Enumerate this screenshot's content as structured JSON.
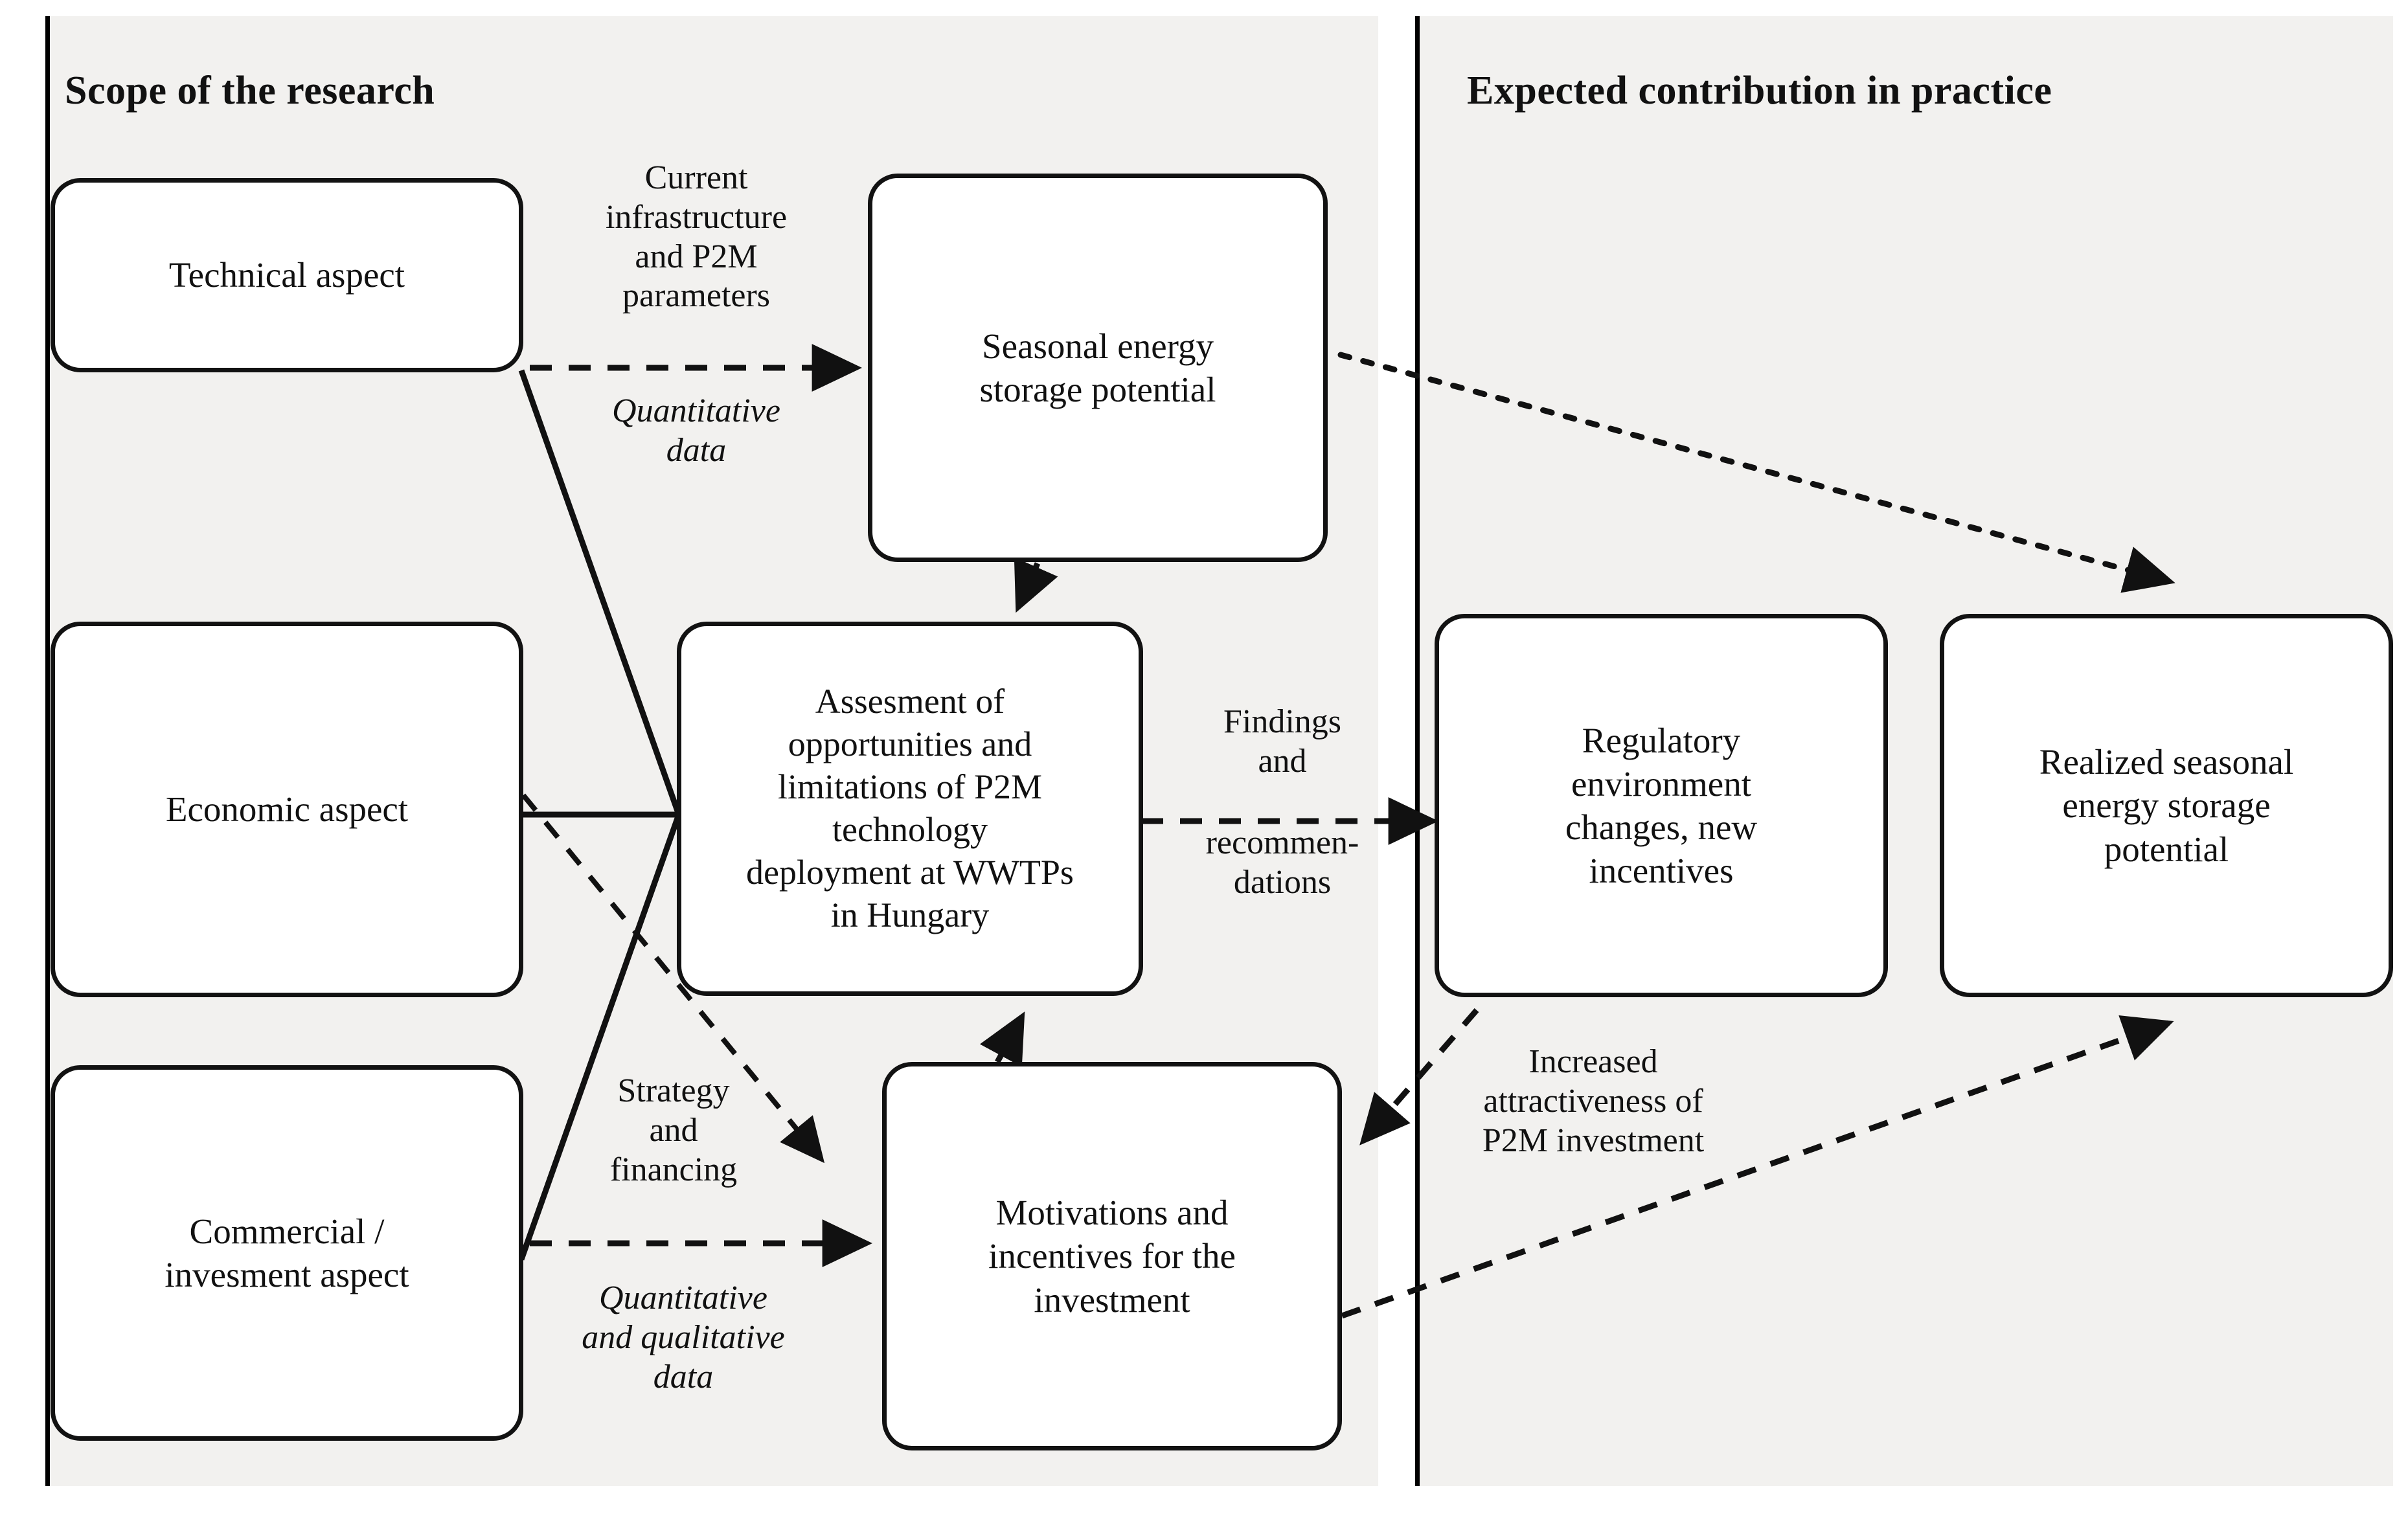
{
  "panels": {
    "left": {
      "title": "Scope of the research"
    },
    "right": {
      "title": "Expected contribution in practice"
    }
  },
  "nodes": {
    "technical_aspect": "Technical aspect",
    "economic_aspect": "Economic aspect",
    "commercial_aspect": "Commercial /\ninvesment aspect",
    "seasonal_potential": "Seasonal energy\nstorage potential",
    "assessment": "Assesment of\nopportunities and\nlimitations of P2M\ntechnology\ndeployment at WWTPs\nin Hungary",
    "motivations": "Motivations and\nincentives for the\ninvestment",
    "regulatory": "Regulatory\nenvironment\nchanges, new\nincentives",
    "realized_potential": "Realized seasonal\nenergy storage\npotential"
  },
  "edge_labels": {
    "current_infrastructure": "Current\ninfrastructure\nand P2M\nparameters",
    "quantitative_data": "Quantitative\ndata",
    "findings_top": "Findings\nand",
    "findings_bottom": "recommen-\ndations",
    "strategy_financing": "Strategy\nand\nfinancing",
    "quant_qual_data": "Quantitative\nand qualitative\ndata",
    "increased_attractiveness": "Increased\nattractiveness of\nP2M investment"
  },
  "colors": {
    "panel_background": "#f2f1ef",
    "page_background": "#ffffff",
    "node_fill": "#ffffff",
    "stroke": "#121212",
    "text": "#111111"
  }
}
